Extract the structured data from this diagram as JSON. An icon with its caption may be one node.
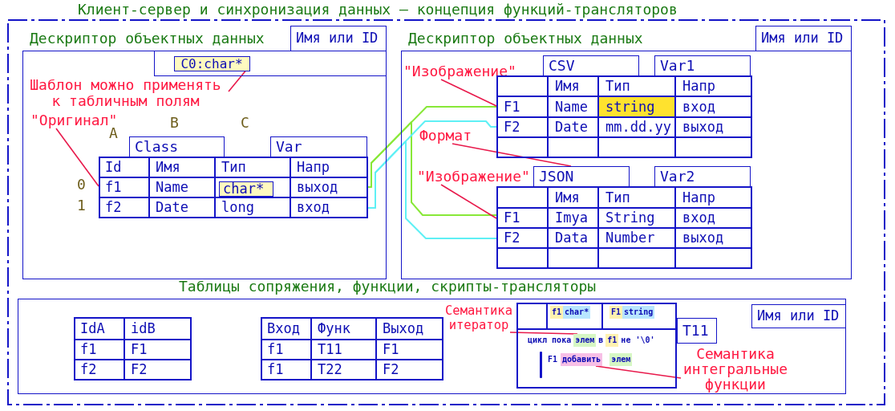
{
  "diagram": {
    "title": "Клиент-сервер и синхронизация данных — концепция функций-трансляторов",
    "nodes": [
      {
        "text": [
          "Дескриптор объектных данных"
        ]
      },
      {
        "text": [
          "Имя или ID"
        ],
        "in": 0
      },
      {
        "text": [],
        "shape": "box",
        "in": 0
      },
      {
        "text": [
          "C0:char*"
        ],
        "in": 2
      },
      {
        "text": [
          "Шаблон можно применять к табличным полям"
        ],
        "in": 0
      },
      {
        "text": [
          "\"Оригинал\""
        ],
        "in": 0
      },
      {
        "text": [
          "Class"
        ],
        "in": 0
      },
      {
        "text": [
          "Var"
        ],
        "in": 0
      },
      {
        "text": [
          "Id",
          "Имя",
          "Тип",
          "Напр"
        ],
        "in": 0
      },
      {
        "text": [
          "f1",
          "Name",
          "char*",
          "выход"
        ],
        "in": 0
      },
      {
        "text": [
          "f2",
          "Date",
          "long",
          "вход"
        ],
        "in": 0
      },
      {
        "text": [
          "Дескриптор объектных данных"
        ]
      },
      {
        "text": [
          "Имя или ID"
        ],
        "in": 11
      },
      {
        "text": [
          "\"Изображение\""
        ],
        "in": 11
      },
      {
        "text": [
          "CSV"
        ],
        "in": 11
      },
      {
        "text": [
          "Var1"
        ],
        "in": 11
      },
      {
        "text": [
          "Имя",
          "Тип",
          "Напр"
        ],
        "in": 11
      },
      {
        "text": [
          "F1",
          "Name",
          "string",
          "вход"
        ],
        "in": 11
      },
      {
        "text": [
          "F2",
          "Date",
          "mm.dd.yy",
          "выход"
        ],
        "in": 11
      },
      {
        "text": [],
        "shape": "box",
        "in": 11
      },
      {
        "text": [
          "Формат"
        ],
        "in": 11
      },
      {
        "text": [
          "\"Изображение\""
        ],
        "in": 11
      },
      {
        "text": [
          "JSON"
        ],
        "in": 11
      },
      {
        "text": [
          "Var2"
        ],
        "in": 11
      },
      {
        "text": [
          "Имя",
          "Тип",
          "Напр"
        ],
        "in": 11
      },
      {
        "text": [
          "F1",
          "Imya",
          "String",
          "вход"
        ],
        "in": 11
      },
      {
        "text": [
          "F2",
          "Data",
          "Number",
          "выход"
        ],
        "in": 11
      },
      {
        "text": [],
        "shape": "box",
        "in": 11
      },
      {
        "text": [
          "Таблицы сопряжения, функции, скрипты-трансляторы"
        ]
      },
      {
        "text": [
          "IdA",
          "idB"
        ],
        "in": 28
      },
      {
        "text": [
          "f1",
          "F1"
        ],
        "in": 28
      },
      {
        "text": [
          "f2",
          "F2"
        ],
        "in": 28
      },
      {
        "text": [
          "Вход",
          "Функ",
          "Выход"
        ],
        "in": 28
      },
      {
        "text": [
          "f1",
          "T11",
          "F1"
        ],
        "in": 28
      },
      {
        "text": [
          "f1",
          "T22",
          "F2"
        ],
        "in": 28
      },
      {
        "text": [
          "Семантика итератор"
        ],
        "in": 28
      },
      {
        "text": [
          "цикл пока",
          "в",
          "не '\\0'",
          "F1"
        ],
        "in": 28
      },
      {
        "text": [
          "f1"
        ],
        "in": 36
      },
      {
        "text": [
          "char*"
        ],
        "in": 36
      },
      {
        "text": [
          "F1"
        ],
        "in": 36
      },
      {
        "text": [
          "string"
        ],
        "in": 36
      },
      {
        "text": [
          "элем"
        ],
        "in": 36
      },
      {
        "text": [
          "f1"
        ],
        "in": 36
      },
      {
        "text": [
          "добавить"
        ],
        "in": 36
      },
      {
        "text": [
          "элем"
        ],
        "in": 36
      },
      {
        "text": [
          "T11"
        ],
        "in": 28
      },
      {
        "text": [
          "Имя или ID"
        ],
        "in": 28
      },
      {
        "text": [
          "Семантика интегральные функции"
        ],
        "in": 28
      }
    ],
    "edges": [
      {
        "from": 4,
        "to": 3,
        "arrow": "none"
      },
      {
        "from": 5,
        "to": 9,
        "arrow": "none"
      },
      {
        "from": 9,
        "to": 17,
        "arrow": "none",
        "color": "#88e838"
      },
      {
        "from": 9,
        "to": 25,
        "arrow": "none",
        "color": "#88e838"
      },
      {
        "from": 10,
        "to": 18,
        "arrow": "none",
        "color": "#5ff0f5"
      },
      {
        "from": 10,
        "to": 26,
        "arrow": "none",
        "color": "#5ff0f5"
      },
      {
        "from": 13,
        "to": 17,
        "arrow": "none"
      },
      {
        "from": 20,
        "to": 22,
        "arrow": "none"
      },
      {
        "from": 21,
        "to": 25,
        "arrow": "none"
      },
      {
        "from": 35,
        "to": 41,
        "arrow": "none"
      },
      {
        "from": 47,
        "to": 43,
        "arrow": "none"
      }
    ],
    "labels": [
      "A",
      "B",
      "C",
      "0",
      "1"
    ]
  }
}
